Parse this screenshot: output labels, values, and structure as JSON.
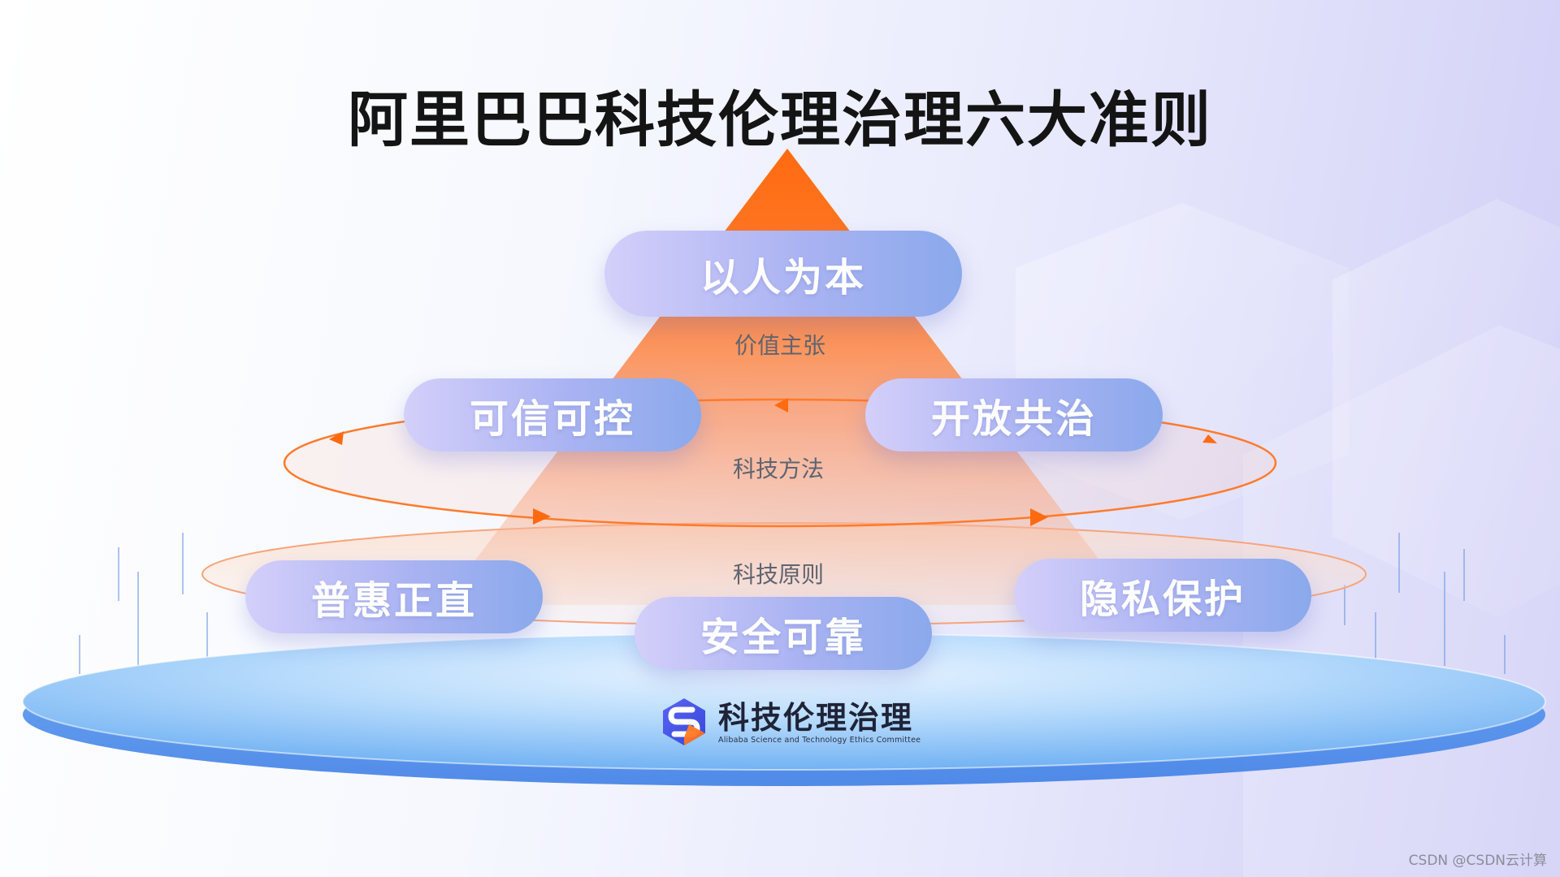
{
  "title": "阿里巴巴科技伦理治理六大准则",
  "pyramid_layers": [
    {
      "label": "价值主张",
      "principles": [
        "以人为本"
      ]
    },
    {
      "label": "科技方法",
      "principles": [
        "可信可控",
        "开放共治"
      ]
    },
    {
      "label": "科技原则",
      "principles": [
        "普惠正直",
        "安全可靠",
        "隐私保护"
      ]
    }
  ],
  "logo": {
    "name": "科技伦理治理",
    "subtitle": "Alibaba Science and Technology Ethics Committee",
    "icon": "hexagon-s-logo-icon"
  },
  "watermark": "CSDN @CSDN云计算",
  "colors": {
    "title": "#141414",
    "pyramid_orange": "#ff6a10",
    "pill_start": "#d4cffa",
    "pill_end": "#8aa9ec",
    "platform_blue": "#4f8ff0",
    "label_gray": "#5f6470"
  }
}
